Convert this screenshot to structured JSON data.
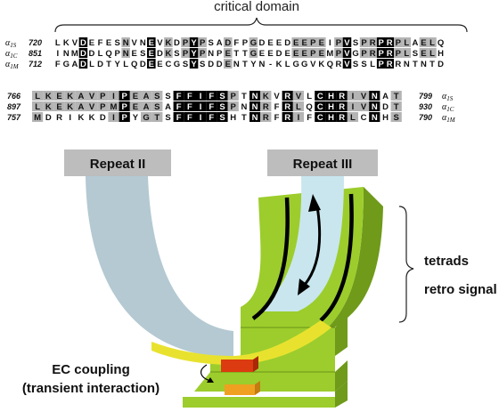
{
  "title": "critical domain",
  "alignment_top": {
    "rows": [
      {
        "label_base": "α",
        "label_sub": "1S",
        "start": "720",
        "sequence": "LKVDEFESNVNEVKDPYPSADFPGDEEDEEPEIPVSPRPRPLAELQ"
      },
      {
        "label_base": "α",
        "label_sub": "1C",
        "start": "851",
        "sequence": "INMDDLQPNESEDKSPYPNPETTGEEDEEEPEMPVGPRPRPLSELH"
      },
      {
        "label_base": "α",
        "label_sub": "1M",
        "start": "712",
        "sequence": "FGADLDTYLQDEECGSYSDDENTYN-KLGGVKQRVSSLPRRNTNTD"
      }
    ]
  },
  "alignment_bottom": {
    "rows": [
      {
        "start": "766",
        "sequence": "LKEKAVPIPEASSFFIFSPTNKVRVLCHRIVNAT",
        "end": "799",
        "label_base": "α",
        "label_sub": "1S"
      },
      {
        "start": "897",
        "sequence": "LKEKAVPMPEASAFFIFSPNNRFRLQCHRIVNDT",
        "end": "930",
        "label_base": "α",
        "label_sub": "1C"
      },
      {
        "start": "757",
        "sequence": "MDRIKKDIPYGTSFFIFSHTNRFRIFCHRLCNHS",
        "end": "790",
        "label_base": "α",
        "label_sub": "1M"
      }
    ]
  },
  "labels": {
    "repeat_2": "Repeat II",
    "repeat_3": "Repeat III",
    "tetrads": "tetrads",
    "retro_signal": "retro signal",
    "ec_coupling_line1": "EC coupling",
    "ec_coupling_line2": "(transient interaction)"
  },
  "colors": {
    "identical_bg": "#000000",
    "similar_bg": "#b4b4b4",
    "repeat_box": "#bdbdbd",
    "repeat_2_arm": "#b4c9d2",
    "repeat_3_channel": "#c9e6ee",
    "green": "#9ccd2c",
    "green_dark": "#6f9a1a",
    "yellow": "#e8e22f",
    "red": "#dc3a10",
    "orange": "#f0a020"
  }
}
